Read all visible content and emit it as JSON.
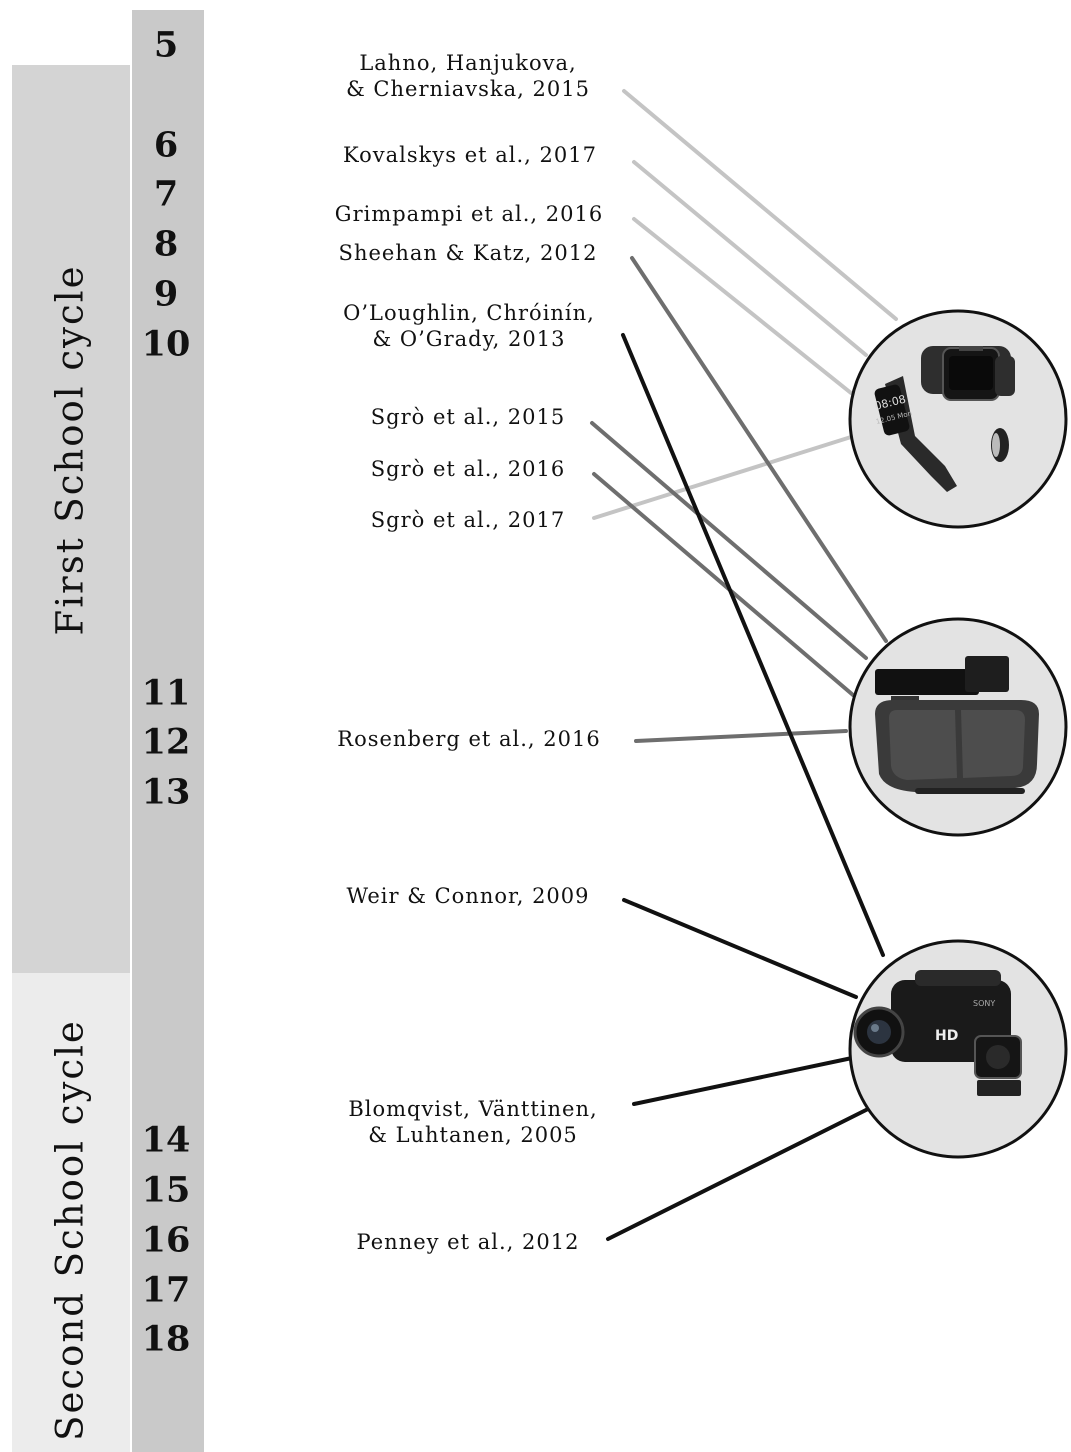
{
  "cycles": {
    "first": "First School cycle",
    "second": "Second School cycle"
  },
  "ages": [
    "5",
    "6",
    "7",
    "8",
    "9",
    "10",
    "11",
    "12",
    "13",
    "14",
    "15",
    "16",
    "17",
    "18"
  ],
  "citations": [
    {
      "line1": "Lahno, Hanjukova,",
      "line2": "& Cherniavska, 2015",
      "device": "wearable-devices",
      "link_color": "#c4c4c4"
    },
    {
      "line1": "Kovalskys et al., 2017",
      "line2": "",
      "device": "wearable-devices",
      "link_color": "#c4c4c4"
    },
    {
      "line1": "Grimpampi et al., 2016",
      "line2": "",
      "device": "wearable-devices",
      "link_color": "#c4c4c4"
    },
    {
      "line1": "Sheehan & Katz, 2012",
      "line2": "",
      "device": "motion-gaming-devices",
      "link_color": "#6e6e6e"
    },
    {
      "line1": "O’Loughlin, Chróinín,",
      "line2": "& O’Grady, 2013",
      "device": "video-cameras",
      "link_color": "#111111"
    },
    {
      "line1": "Sgrò et al., 2015",
      "line2": "",
      "device": "motion-gaming-devices",
      "link_color": "#6e6e6e"
    },
    {
      "line1": "Sgrò et al., 2016",
      "line2": "",
      "device": "motion-gaming-devices",
      "link_color": "#6e6e6e"
    },
    {
      "line1": "Sgrò et al., 2017",
      "line2": "",
      "device": "wearable-devices",
      "link_color": "#c4c4c4"
    },
    {
      "line1": "Rosenberg et al., 2016",
      "line2": "",
      "device": "motion-gaming-devices",
      "link_color": "#6e6e6e"
    },
    {
      "line1": "Weir & Connor, 2009",
      "line2": "",
      "device": "video-cameras",
      "link_color": "#111111"
    },
    {
      "line1": "Blomqvist, Vänttinen,",
      "line2": "& Luhtanen, 2005",
      "device": "video-cameras",
      "link_color": "#111111"
    },
    {
      "line1": "Penney et al., 2012",
      "line2": "",
      "device": "video-cameras",
      "link_color": "#111111"
    }
  ],
  "devices": [
    {
      "id": "wearable-devices",
      "icons": [
        "fitness-band-icon",
        "smartwatch-icon",
        "smart-ring-icon"
      ],
      "watch_time": "08:08",
      "watch_date": "12.05 Mon"
    },
    {
      "id": "motion-gaming-devices",
      "icons": [
        "motion-sensor-icon",
        "balance-board-icon"
      ]
    },
    {
      "id": "video-cameras",
      "icons": [
        "camcorder-icon",
        "action-camera-icon"
      ],
      "camcorder_badge": "HD",
      "camcorder_brand": "SONY"
    }
  ],
  "colors": {
    "first_cycle_band": "#d4d4d4",
    "second_cycle_band": "#ececec",
    "age_column": "#c9c9c9",
    "link_light": "#c4c4c4",
    "link_mid": "#6e6e6e",
    "link_dark": "#111111"
  }
}
